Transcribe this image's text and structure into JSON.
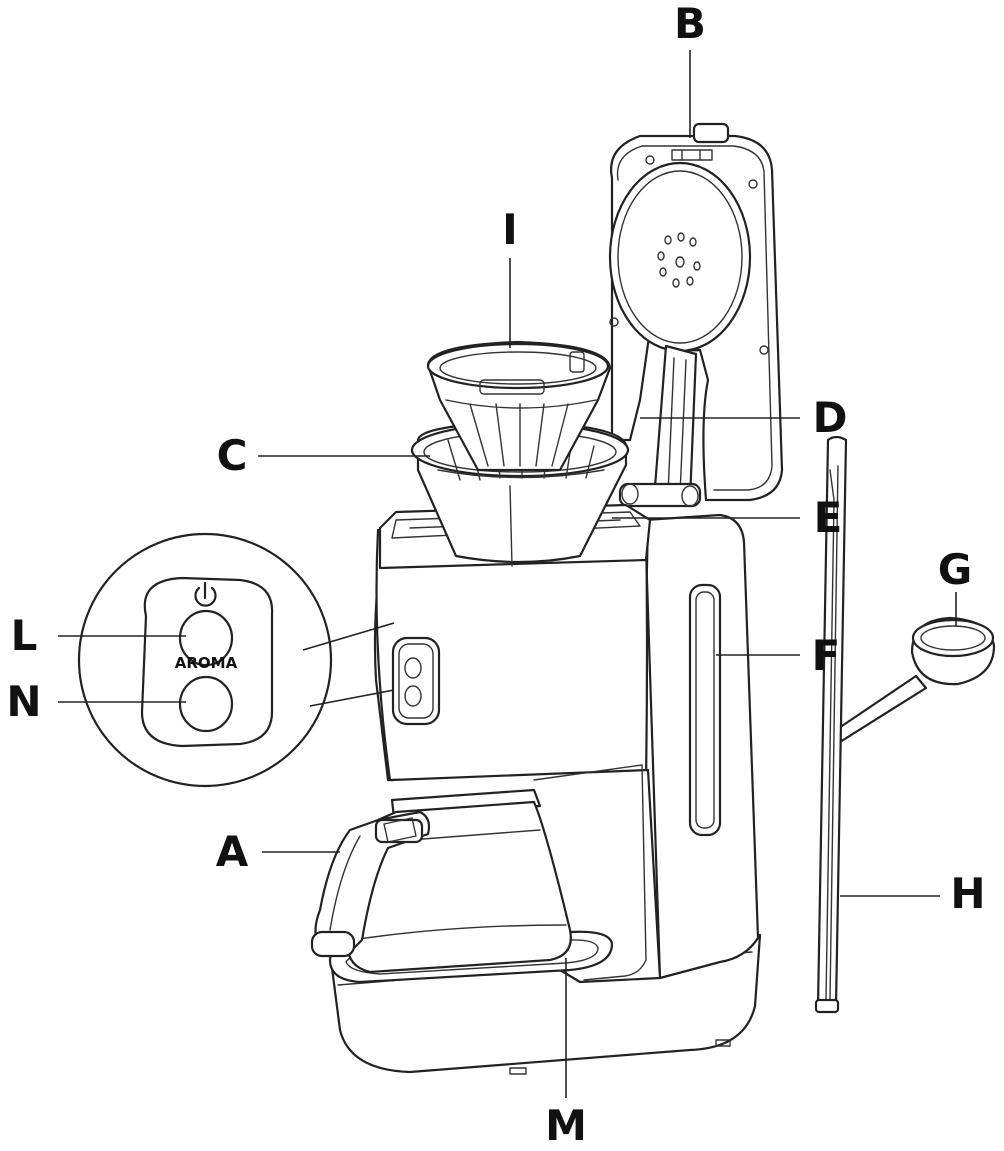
{
  "diagram": {
    "callouts": [
      {
        "id": "A",
        "label": "A"
      },
      {
        "id": "B",
        "label": "B"
      },
      {
        "id": "C",
        "label": "C"
      },
      {
        "id": "D",
        "label": "D"
      },
      {
        "id": "E",
        "label": "E"
      },
      {
        "id": "F",
        "label": "F"
      },
      {
        "id": "G",
        "label": "G"
      },
      {
        "id": "H",
        "label": "H"
      },
      {
        "id": "I",
        "label": "I"
      },
      {
        "id": "L",
        "label": "L"
      },
      {
        "id": "M",
        "label": "M"
      },
      {
        "id": "N",
        "label": "N"
      }
    ],
    "control_panel": {
      "power_icon": "power-icon",
      "aroma_label": "AROMA"
    }
  },
  "colors": {
    "line": "#222222",
    "background": "#ffffff"
  }
}
